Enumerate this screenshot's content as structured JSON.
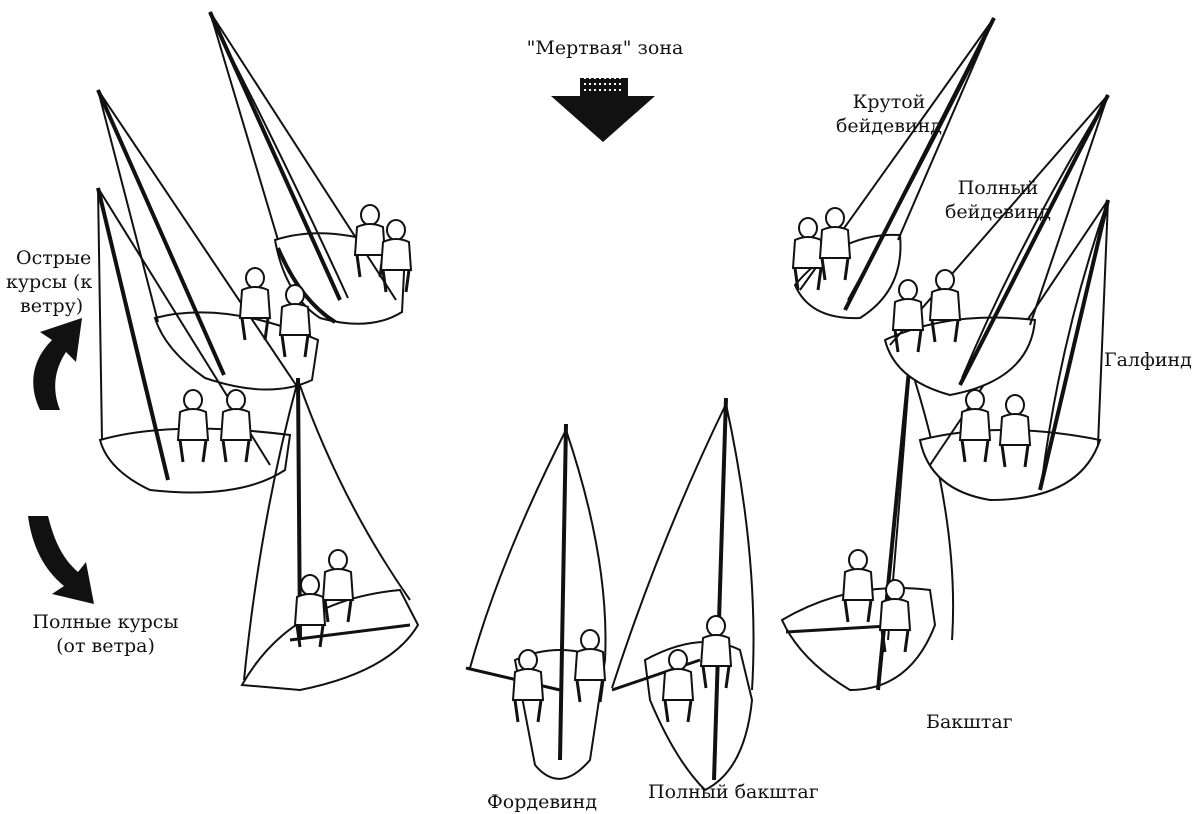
{
  "title": "\"Мертвая\" зона",
  "labels": {
    "close_courses_l1": "Острые",
    "close_courses_l2": "курсы (к",
    "close_courses_l3": "ветру)",
    "full_courses_l1": "Полные курсы",
    "full_courses_l2": "(от ветра)",
    "close_hauled_l1": "Крутой",
    "close_hauled_l2": "бейдевинд",
    "full_hauled_l1": "Полный",
    "full_hauled_l2": "бейдевинд",
    "beam_reach": "Галфинд",
    "broad_reach": "Бакштаг",
    "running": "Фордевинд",
    "full_broad_reach": "Полный бакштаг"
  },
  "colors": {
    "ink": "#111111",
    "paper": "#ffffff"
  },
  "icons": [
    "wind-arrow-icon",
    "curved-arrow-up-icon",
    "curved-arrow-down-icon",
    "sailboat-icon"
  ]
}
